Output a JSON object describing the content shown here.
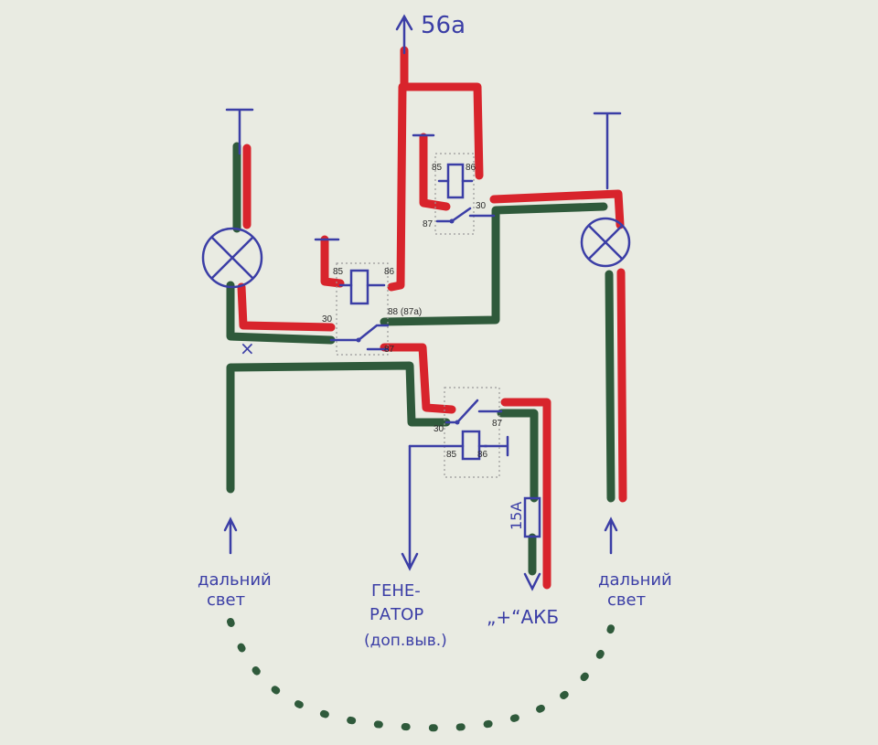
{
  "labels": {
    "top_terminal": "56а",
    "left_lamp_label_line1": "дальний",
    "left_lamp_label_line2": "свет",
    "right_lamp_label_line1": "дальний",
    "right_lamp_label_line2": "свет",
    "generator_line1": "ГЕНЕ-",
    "generator_line2": "РАТОР",
    "generator_line3": "(доп.выв.)",
    "battery": "„+“АКБ",
    "fuse": "15А",
    "cross_mark": "×"
  },
  "relay_top": {
    "pin85": "85",
    "pin86": "86",
    "pin30": "30",
    "pin87": "87"
  },
  "relay_mid": {
    "pin85": "85",
    "pin86": "86",
    "pin30": "30",
    "pin88": "88 (87а)",
    "pin87": "87"
  },
  "relay_bottom": {
    "pin85": "85",
    "pin86": "86",
    "pin30": "30",
    "pin87": "87"
  },
  "colors": {
    "red_wire": "#d8242c",
    "green_wire": "#2f5a3b",
    "ink": "#3b3ea6",
    "paper": "#e9ebe2"
  }
}
